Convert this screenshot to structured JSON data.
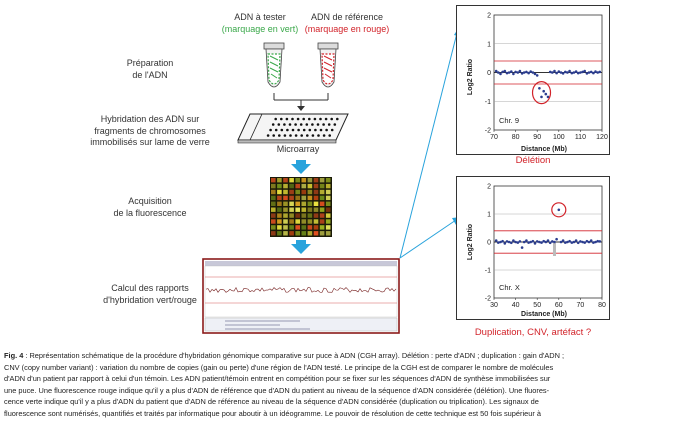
{
  "header": {
    "test_dna_label": "ADN à tester",
    "test_dna_marking": "(marquage en vert)",
    "ref_dna_label": "ADN de référence",
    "ref_dna_marking": "(marquage en rouge)"
  },
  "steps": {
    "prep_line1": "Préparation",
    "prep_line2": "de l'ADN",
    "hyb_line1": "Hybridation des ADN sur",
    "hyb_line2": "fragments de chromosomes",
    "hyb_line3": "immobilisés sur lame de verre",
    "microarray_label": "Microarray",
    "acq_line1": "Acquisition",
    "acq_line2": "de la fluorescence",
    "calc_line1": "Calcul des rapports",
    "calc_line2": "d'hybridation vert/rouge"
  },
  "plot_top": {
    "ylabel": "Log2 Ratio",
    "xlabel": "Distance (Mb)",
    "chr_label": "Chr. 9",
    "result_label": "Délétion",
    "xticks": [
      "70",
      "80",
      "90",
      "100",
      "110",
      "120"
    ],
    "yticks": [
      "2",
      "1",
      "0",
      "-1",
      "-2"
    ]
  },
  "plot_bottom": {
    "ylabel": "Log2 Ratio",
    "xlabel": "Distance (Mb)",
    "chr_label": "Chr. X",
    "result_label": "Duplication, CNV, artéfact ?",
    "xticks": [
      "30",
      "40",
      "50",
      "60",
      "70",
      "80"
    ],
    "yticks": [
      "2",
      "1",
      "0",
      "-1",
      "-2"
    ]
  },
  "chart_data": [
    {
      "type": "scatter",
      "xlabel": "Distance (Mb)",
      "ylabel": "Log2 Ratio",
      "xlim": [
        70,
        120
      ],
      "ylim": [
        -2,
        2
      ],
      "annotation": "Chr. 9",
      "x": [
        71,
        72,
        73,
        74,
        75,
        76,
        77,
        78,
        79,
        80,
        81,
        82,
        83,
        84,
        85,
        86,
        87,
        88,
        89,
        90,
        91,
        92,
        93,
        94,
        95,
        96,
        97,
        98,
        99,
        100,
        101,
        102,
        103,
        104,
        105,
        106,
        107,
        108,
        109,
        110,
        111,
        112,
        113,
        114,
        115,
        116,
        117,
        118,
        119
      ],
      "y": [
        0.05,
        0.0,
        -0.05,
        0.02,
        0.05,
        -0.02,
        0.0,
        0.03,
        -0.05,
        0.02,
        0.0,
        0.05,
        -0.03,
        0.0,
        0.02,
        -0.02,
        0.03,
        0.0,
        -0.05,
        -0.1,
        -0.55,
        -0.85,
        -0.65,
        -0.75,
        -0.85,
        0.02,
        0.0,
        0.05,
        -0.02,
        0.03,
        0.0,
        -0.03,
        0.02,
        0.0,
        0.05,
        -0.02,
        0.0,
        0.03,
        -0.02,
        0.0,
        0.02,
        0.05,
        -0.03,
        0.0,
        0.02,
        -0.02,
        0.03,
        0.0,
        0.02
      ]
    },
    {
      "type": "scatter",
      "xlabel": "Distance (Mb)",
      "ylabel": "Log2 Ratio",
      "xlim": [
        30,
        80
      ],
      "ylim": [
        -2,
        2
      ],
      "annotation": "Chr. X",
      "x": [
        31,
        32,
        33,
        34,
        35,
        36,
        37,
        38,
        39,
        40,
        41,
        42,
        43,
        44,
        45,
        46,
        47,
        48,
        49,
        50,
        51,
        52,
        53,
        54,
        55,
        56,
        57,
        58,
        59,
        60,
        61,
        62,
        63,
        64,
        65,
        66,
        67,
        68,
        69,
        70,
        71,
        72,
        73,
        74,
        75,
        76,
        77,
        78,
        79
      ],
      "y": [
        0.05,
        -0.02,
        0.0,
        0.03,
        -0.05,
        0.02,
        0.0,
        -0.03,
        0.05,
        0.0,
        -0.02,
        0.02,
        -0.2,
        0.0,
        0.05,
        -0.02,
        0.0,
        0.03,
        -0.05,
        0.02,
        0.0,
        -0.02,
        0.03,
        0.0,
        0.05,
        -0.03,
        0.02,
        0.0,
        0.1,
        1.15,
        0.0,
        0.05,
        -0.02,
        0.0,
        0.03,
        -0.02,
        0.0,
        0.05,
        -0.03,
        0.02,
        0.0,
        -0.02,
        0.03,
        0.0,
        0.05,
        -0.02,
        0.0,
        0.03,
        0.02
      ]
    }
  ],
  "caption": {
    "fig_label": "Fig. 4",
    "line1": " : Représentation schématique de la procédure d'hybridation génomique comparative sur puce à ADN (CGH array). Délétion : perte d'ADN ; duplication : gain d'ADN ;",
    "line2": "CNV (copy number variant) : variation du nombre de copies (gain ou perte) d'une région de l'ADN testé. Le principe de la CGH est de comparer le nombre de molécules",
    "line3": "d'ADN d'un patient par rapport à celui d'un témoin. Les ADN patient/témoin entrent en compétition pour se fixer sur les séquences d'ADN de synthèse immobilisées sur",
    "line4": "une puce. Une fluorescence rouge indique qu'il y a plus d'ADN de référence que d'ADN du patient au niveau de la séquence d'ADN considérée (délétion). Une fluores-",
    "line5": "cence verte indique qu'il y a plus d'ADN du patient que d'ADN de référence au niveau de la séquence d'ADN considérée (duplication ou triplication). Les signaux de",
    "line6": "fluorescence sont numérisés, quantifiés et traités par informatique pour aboutir à un idéogramme. Le pouvoir de résolution de cette technique est 50 fois supérieur à"
  },
  "colors": {
    "green": "#3aa84a",
    "red": "#d2232a",
    "blue_arrow": "#29a3dc",
    "dots": "#2b3d8f"
  }
}
